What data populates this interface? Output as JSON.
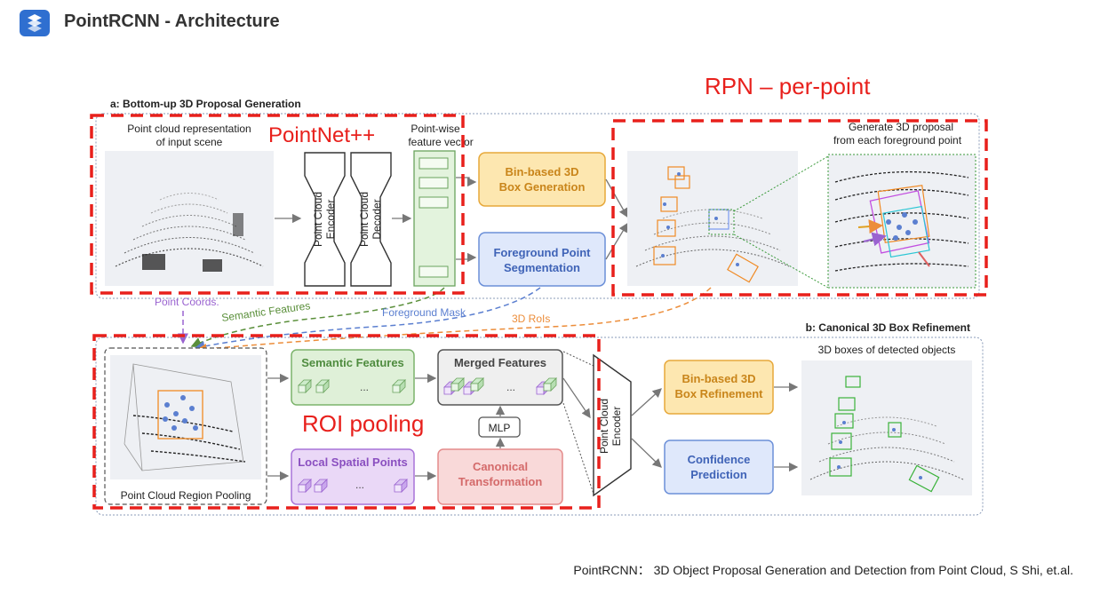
{
  "slide": {
    "title": "PointRCNN - Architecture",
    "footer": "PointRCNN： 3D Object Proposal Generation and Detection from Point Cloud, S Shi, et.al."
  },
  "annotations": {
    "pointnet": "PointNet++",
    "rpn": "RPN – per-point",
    "roi": "ROI pooling"
  },
  "stage_a": {
    "title": "a: Bottom-up 3D Proposal Generation",
    "input_caption_1": "Point cloud representation",
    "input_caption_2": "of input scene",
    "encoder_1": "Point Cloud",
    "encoder_2": "Encoder",
    "decoder_1": "Point Cloud",
    "decoder_2": "Decoder",
    "feature_caption_1": "Point-wise",
    "feature_caption_2": "feature vector",
    "bin_box_1": "Bin-based 3D",
    "bin_box_2": "Box Generation",
    "fg_seg_1": "Foreground Point",
    "fg_seg_2": "Segmentation",
    "proposal_caption_1": "Generate 3D proposal",
    "proposal_caption_2": "from each foreground point"
  },
  "links": {
    "point_coords": "Point Coords.",
    "semantic_features": "Semantic Features",
    "foreground_mask": "Foreground Mask",
    "rois": "3D RoIs"
  },
  "stage_b": {
    "title": "b: Canonical 3D Box Refinement",
    "region_pooling": "Point Cloud Region Pooling",
    "semantic_features": "Semantic Features",
    "local_spatial": "Local Spatial Points",
    "merged_features": "Merged Features",
    "mlp": "MLP",
    "canonical_1": "Canonical",
    "canonical_2": "Transformation",
    "encoder_1": "Point Cloud",
    "encoder_2": "Encoder",
    "bin_refine_1": "Bin-based 3D",
    "bin_refine_2": "Box Refinement",
    "confidence_1": "Confidence",
    "confidence_2": "Prediction",
    "detected_caption": "3D boxes of detected objects",
    "ellipsis": "..."
  },
  "colors": {
    "annotation_red": "#e8201c",
    "orange_fill": "#fde7b0",
    "orange_border": "#e7a83a",
    "blue_fill": "#dfe8fb",
    "blue_border": "#6b8fd8",
    "green_fill": "#dff0d8",
    "green_border": "#7bb36b",
    "purple_fill": "#ead8f7",
    "purple_border": "#a873d9",
    "pink_fill": "#f9d9d9",
    "pink_border": "#e48b8b",
    "gray_fill": "#efefef"
  }
}
